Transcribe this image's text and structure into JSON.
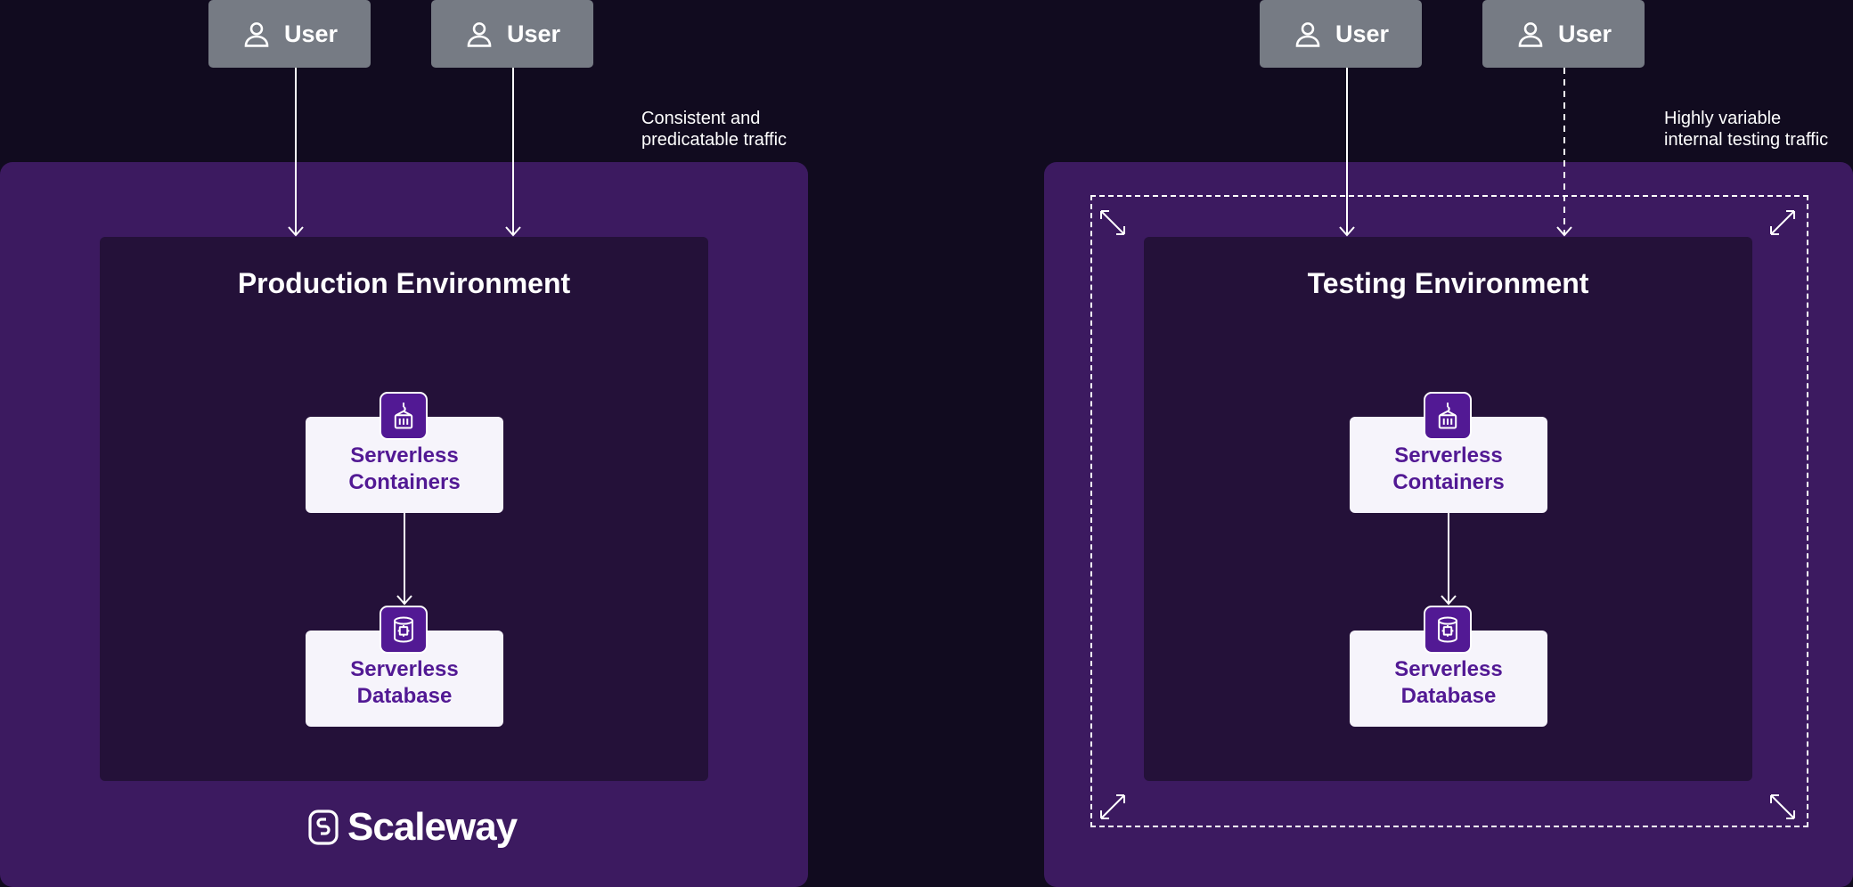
{
  "production": {
    "title": "Production Environment",
    "note_line1": "Consistent and",
    "note_line2": "predicatable traffic",
    "users": [
      "User",
      "User"
    ],
    "container": {
      "line1": "Serverless",
      "line2": "Containers"
    },
    "database": {
      "line1": "Serverless",
      "line2": "Database"
    }
  },
  "testing": {
    "title": "Testing Environment",
    "note_line1": "Highly variable",
    "note_line2": "internal testing traffic",
    "users": [
      "User",
      "User"
    ],
    "container": {
      "line1": "Serverless",
      "line2": "Containers"
    },
    "database": {
      "line1": "Serverless",
      "line2": "Database"
    }
  },
  "brand": {
    "name": "Scaleway"
  },
  "colors": {
    "background": "#110b1f",
    "panel": "#3c1a60",
    "inner": "#241139",
    "user_box": "#767b84",
    "service_text": "#521994",
    "service_bg": "#f6f4fb"
  }
}
